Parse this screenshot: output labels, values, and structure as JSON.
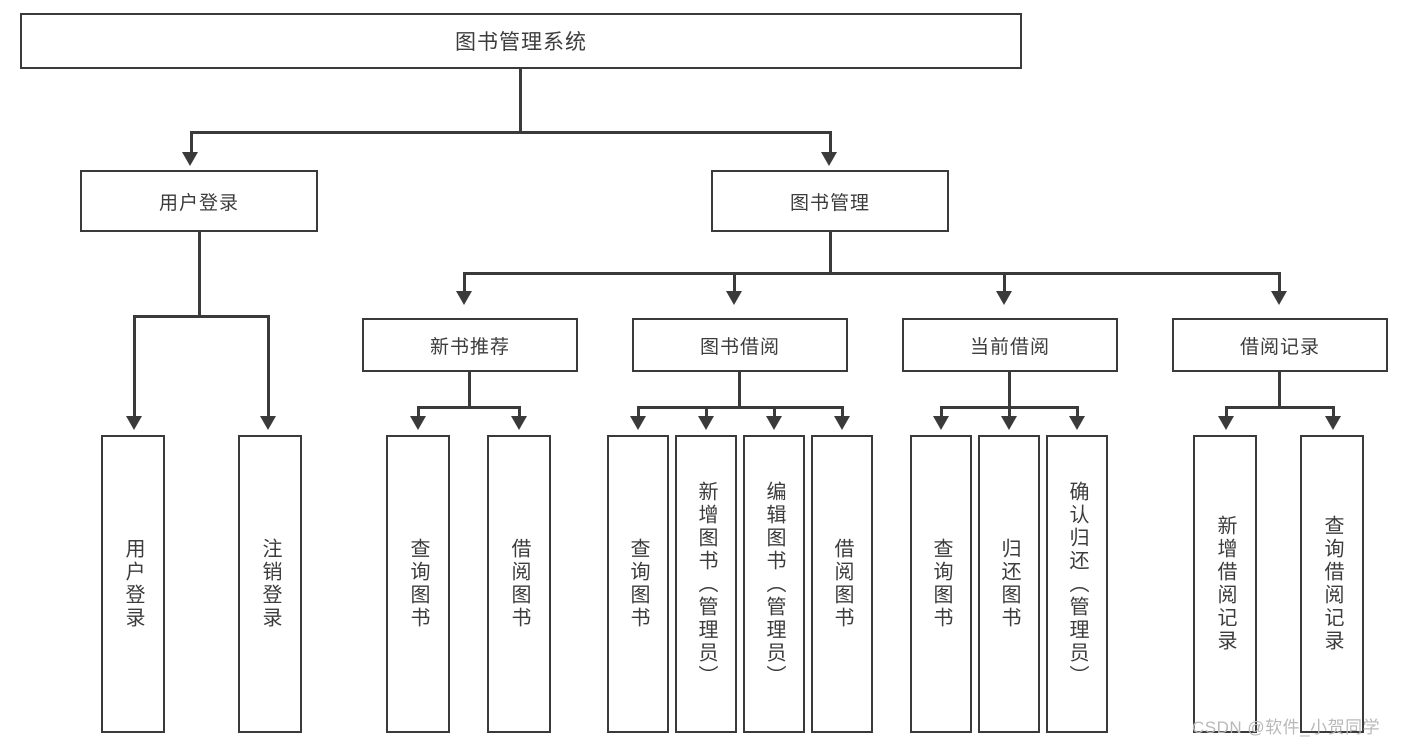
{
  "diagram": {
    "title": "图书管理系统",
    "type": "功能结构图",
    "root": {
      "label": "图书管理系统"
    },
    "level2": [
      {
        "label": "用户登录"
      },
      {
        "label": "图书管理"
      }
    ],
    "level3": [
      {
        "label": "新书推荐"
      },
      {
        "label": "图书借阅"
      },
      {
        "label": "当前借阅"
      },
      {
        "label": "借阅记录"
      }
    ],
    "leaves": {
      "user_login": [
        {
          "label": "用户登录"
        },
        {
          "label": "注销登录"
        }
      ],
      "new_book_recommend": [
        {
          "label": "查询图书"
        },
        {
          "label": "借阅图书"
        }
      ],
      "book_borrow": [
        {
          "label": "查询图书"
        },
        {
          "label": "新增图书（管理员）"
        },
        {
          "label": "编辑图书（管理员）"
        },
        {
          "label": "借阅图书"
        }
      ],
      "current_borrow": [
        {
          "label": "查询图书"
        },
        {
          "label": "归还图书"
        },
        {
          "label": "确认归还（管理员）"
        }
      ],
      "borrow_records": [
        {
          "label": "新增借阅记录"
        },
        {
          "label": "查询借阅记录"
        }
      ]
    }
  },
  "watermark": {
    "text": "CSDN @软件_小贺同学"
  },
  "colors": {
    "stroke": "#3a3a3a",
    "text": "#3c3c3c",
    "background": "#ffffff",
    "watermark": "#b9b9b9"
  }
}
